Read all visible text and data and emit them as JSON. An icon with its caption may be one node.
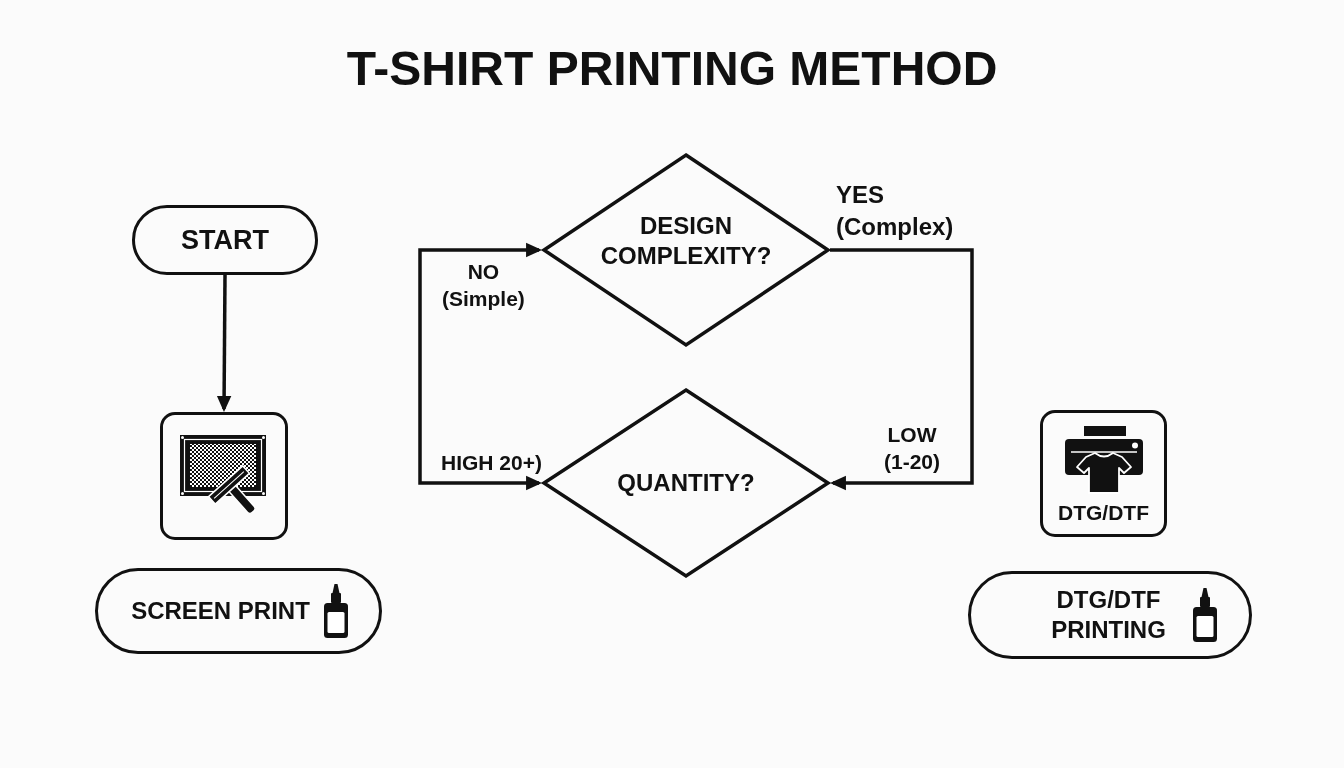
{
  "diagram": {
    "title": "T-SHIRT PRINTING METHOD",
    "nodes": [
      {
        "text": [
          "START"
        ]
      },
      {
        "text": [],
        "shape": "box"
      },
      {
        "text": [
          "SCREEN PRINT"
        ]
      },
      {
        "text": [
          "DESIGN COMPLEXITY?"
        ]
      },
      {
        "text": [
          "QUANTITY?"
        ]
      },
      {
        "text": [
          "DTG/DTF"
        ]
      },
      {
        "text": [
          "DTG/DTF PRINTING"
        ]
      }
    ],
    "edges": [
      {
        "from": 0,
        "to": 1,
        "arrow": "to"
      },
      {
        "from": 3,
        "to": 4,
        "arrow": "both",
        "label": "NO (Simple)"
      },
      {
        "from": 3,
        "to": 4,
        "arrow": "to",
        "label": "YES (Complex)"
      }
    ],
    "labels": [
      "HIGH 20+)",
      "LOW (1-20)"
    ]
  }
}
